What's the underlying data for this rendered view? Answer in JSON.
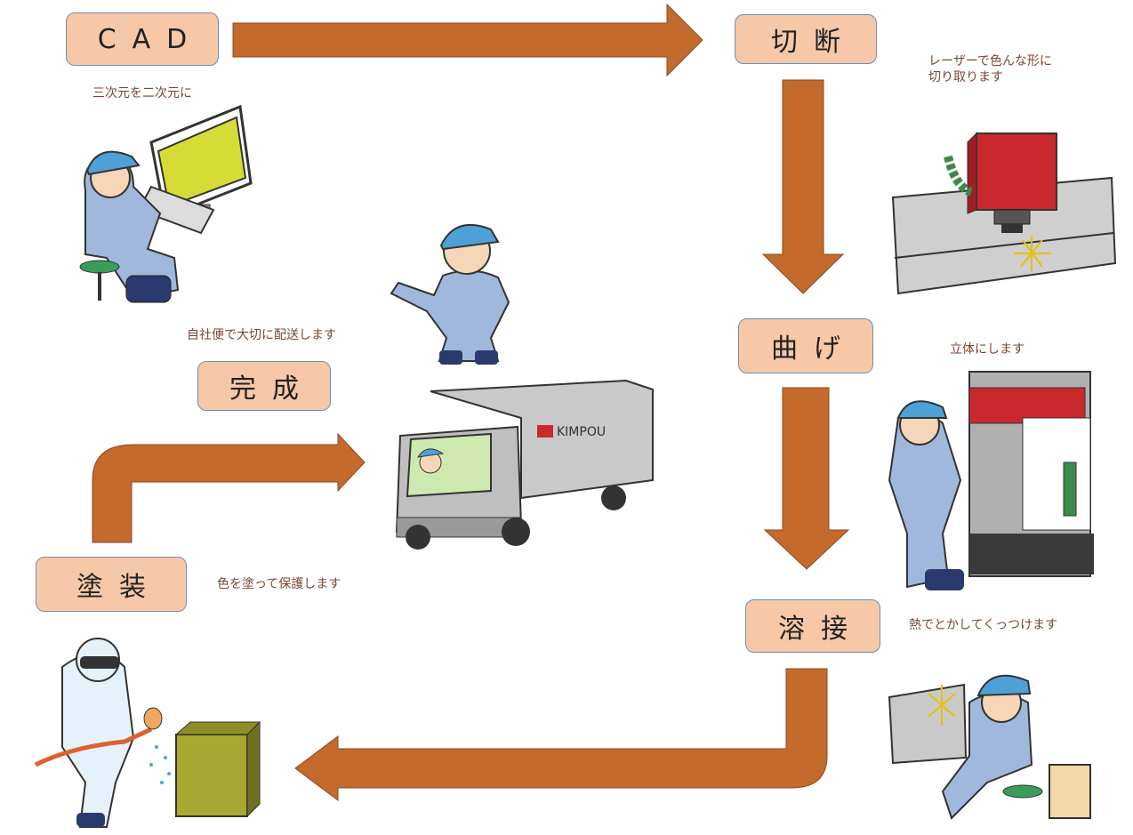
{
  "steps": {
    "cad": "CAD",
    "cut": "切断",
    "bend": "曲げ",
    "weld": "溶接",
    "paint": "塗装",
    "done": "完成"
  },
  "captions": {
    "cad": "三次元を二次元に",
    "cut": "レーザーで色んな形に\n切り取ります",
    "bend": "立体にします",
    "weld": "熱でとかしてくっつけます",
    "paint": "色を塗って保護します",
    "done": "自社便で大切に配送します"
  },
  "truck_logo": "KIMPOU",
  "colors": {
    "arrow": "#c46a2c",
    "box_fill": "#f6c8a8",
    "box_border": "#6f8fb0",
    "caption": "#7a4632"
  },
  "illustrations": [
    "worker-at-computer",
    "laser-cutter",
    "worker-pointing",
    "delivery-truck",
    "worker-bending-machine",
    "worker-welding",
    "worker-spray-painting"
  ]
}
